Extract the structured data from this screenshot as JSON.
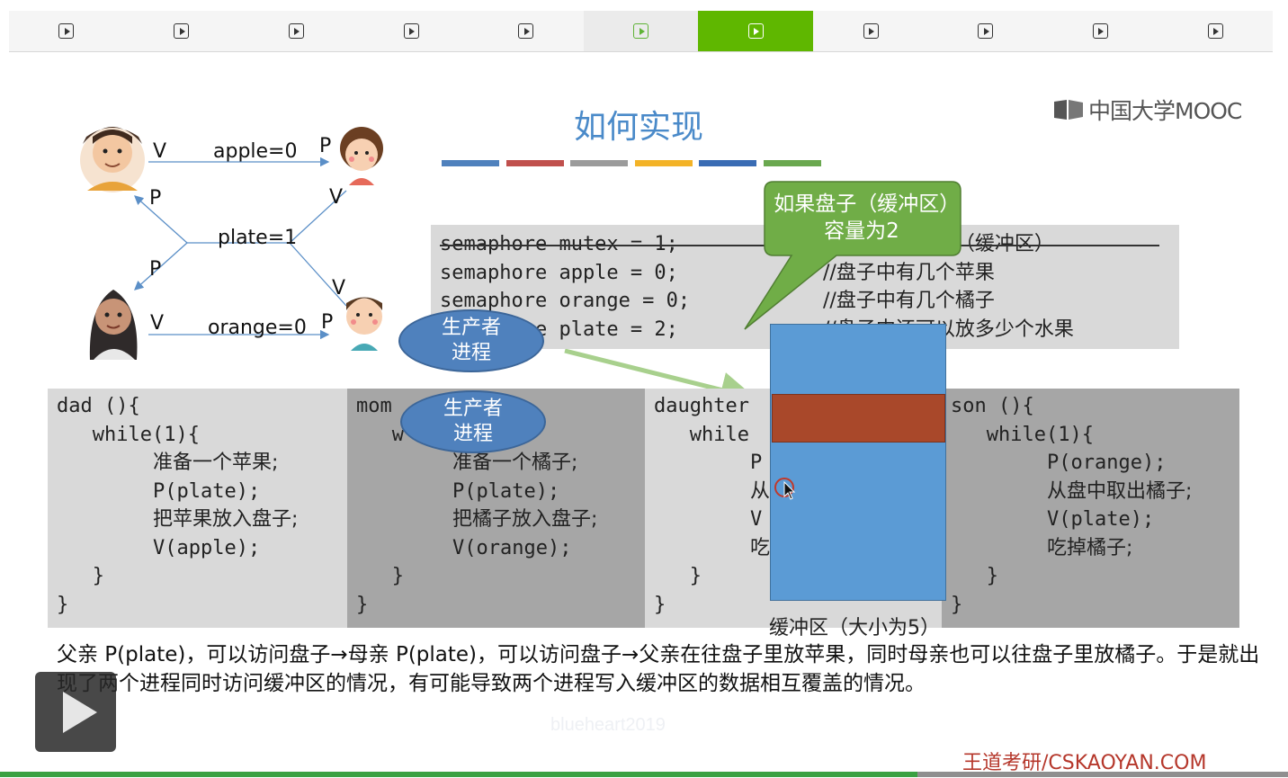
{
  "nav": {
    "tab_count": 11,
    "visited_index": 5,
    "active_index": 6
  },
  "slide": {
    "title": "如何实现",
    "logo_text": "中国大学MOOC",
    "accent_colors": [
      "#4f81bd",
      "#c0504d",
      "#9b9b9b",
      "#f3b327",
      "#3a6cb4",
      "#6aa84f"
    ]
  },
  "diagram": {
    "top_edge": "apple=0",
    "bottom_edge": "orange=0",
    "center_node": "plate=1",
    "v": "V",
    "p": "P"
  },
  "semaphores": {
    "lines": [
      {
        "code": "semaphore mutex = 1;",
        "comment": "//互斥访问盘子（缓冲区）",
        "struck": true
      },
      {
        "code": "semaphore apple = 0;",
        "comment": "//盘子中有几个苹果"
      },
      {
        "code": "semaphore orange = 0;",
        "comment": "//盘子中有几个橘子"
      },
      {
        "code": "semaphore plate = 2;",
        "comment": "//盘子中还可以放多少个水果"
      }
    ]
  },
  "callout": {
    "text": "如果盘子（缓冲区）容量为2"
  },
  "producers": {
    "label1": "生产者",
    "label2": "进程"
  },
  "processes": {
    "dad": {
      "l1": "dad (){",
      "l2": "   while(1){",
      "l3": "准备一个苹果;",
      "l4": "P(plate);",
      "l5": "把苹果放入盘子;",
      "l6": "V(apple);",
      "l7": "   }",
      "l8": "}"
    },
    "mom": {
      "l1": "mom",
      "l2": "   w",
      "l3": "准备一个橘子;",
      "l4": "P(plate);",
      "l5": "把橘子放入盘子;",
      "l6": "V(orange);",
      "l7": "   }",
      "l8": "}"
    },
    "daughter": {
      "l1": "daughter",
      "l2": "   while",
      "l3": "P",
      "l4": "从",
      "l5": "V",
      "l6": "吃",
      "l7": "   }",
      "l8": "}"
    },
    "son": {
      "l1": "son (){",
      "l2": "   while(1){",
      "l3": "P(orange);",
      "l4": "从盘中取出橘子;",
      "l5": "V(plate);",
      "l6": "吃掉橘子;",
      "l7": "   }",
      "l8": "}"
    }
  },
  "buffer": {
    "caption": "缓冲区（大小为5）",
    "fill_color": "#5b9bd5",
    "slot_color": "#a9482a"
  },
  "explanation": {
    "text": "父亲 P(plate)，可以访问盘子→母亲 P(plate)，可以访问盘子→父亲在往盘子里放苹果，同时母亲也可以往盘子里放橘子。于是就出现了两个进程同时访问缓冲区的情况，有可能导致两个进程写入缓冲区的数据相互覆盖的情况。"
  },
  "watermark": "blueheart2019",
  "footer": {
    "brand": "王道考研/CSKAOYAN.COM"
  },
  "player": {
    "progress": 0.712
  }
}
